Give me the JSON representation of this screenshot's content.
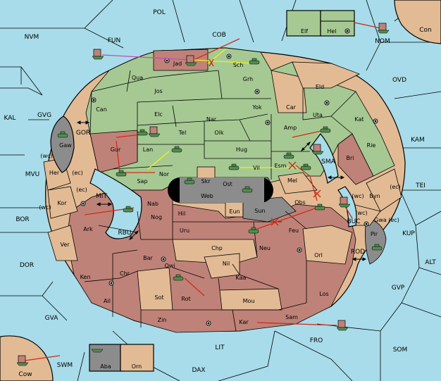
{
  "colors": {
    "sea": "#a8dcea",
    "green": "#a6c993",
    "tan": "#e2bb94",
    "red": "#bf8278",
    "gray": "#8c8c8c",
    "order_red": "#d42a18",
    "order_yellow": "#f2f216",
    "order_magenta": "#c848b4",
    "army_green": "#4f8f4f",
    "dot": "#000000"
  },
  "icons": {
    "army": "tank-icon",
    "fleet": "ship-icon",
    "supply_center": "supply-center-dot-icon",
    "connection": "double-arrow-icon"
  },
  "sea_labels": [
    "POL",
    "NVM",
    "FUN",
    "COB",
    "KAL",
    "GVG",
    "GOR",
    "MVU",
    "BOR",
    "MIT",
    "RBU",
    "DOR",
    "GVA",
    "SWM",
    "DAX",
    "LIT",
    "FRO",
    "SOM",
    "GVP",
    "ALT",
    "KUP",
    "TEI",
    "KAM",
    "OVD",
    "NOM",
    "Con",
    "Cow",
    "SMA",
    "BUC",
    "ROD"
  ],
  "land_labels": [
    "Elf",
    "Hel",
    "Jad",
    "Sch",
    "Qua",
    "Jos",
    "Grh",
    "Eld",
    "Can",
    "Yok",
    "Car",
    "Elc",
    "Nar",
    "Uta",
    "Kat",
    "Tel",
    "Olk",
    "Amp",
    "Gaw",
    "Gur",
    "Lan",
    "Hug",
    "Rie",
    "Bri",
    "Nor",
    "Sap",
    "Vil",
    "Esm",
    "Skr",
    "Ost",
    "Her",
    "Web",
    "Mel",
    "Byn",
    "Kor",
    "Nab",
    "Eun",
    "Sun",
    "Obs",
    "Gwa",
    "Hil",
    "Nog",
    "Pir",
    "Ark",
    "Uru",
    "Feu",
    "Ver",
    "Chp",
    "Neu",
    "Bar",
    "Qwi",
    "Nil",
    "Orl",
    "Ken",
    "Chr",
    "Kaa",
    "Los",
    "Ail",
    "Sot",
    "Rot",
    "Mou",
    "Zin",
    "Kar",
    "Sam",
    "Aba",
    "Orn"
  ],
  "coast_marks": [
    "(wc)",
    "(ec)",
    "(ec)",
    "(wc)",
    "(wc)",
    "(wc)",
    "(ec)",
    "(ec)"
  ]
}
